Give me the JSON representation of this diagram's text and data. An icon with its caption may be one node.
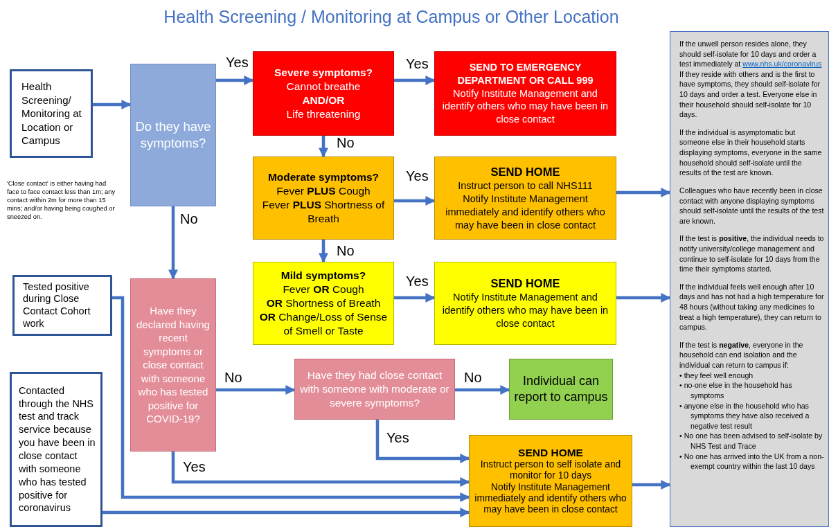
{
  "diagram": {
    "title": "Health Screening / Monitoring at Campus or Other Location",
    "nodes": [
      {
        "text": [
          "Health Screening/ Monitoring at Location or Campus"
        ]
      },
      {
        "text": [
          "Do they have symptoms?"
        ]
      },
      {
        "text": [
          "Severe symptoms?",
          "Cannot breathe",
          "AND/OR",
          "Life threatening"
        ]
      },
      {
        "text": [
          "SEND TO EMERGENCY DEPARTMENT OR CALL 999",
          "Notify Institute Management and identify others who may have been in close contact"
        ]
      },
      {
        "text": [
          "Moderate symptoms?",
          "Fever **PLUS** Cough",
          "Fever **PLUS**  Shortness of Breath"
        ]
      },
      {
        "text": [
          "SEND HOME",
          "Instruct person to call NHS111",
          "Notify Institute Management immediately and identify others who may have been in close contact"
        ]
      },
      {
        "text": [
          "Mild symptoms?",
          "Fever **OR** Cough",
          "**OR**  Shortness of Breath",
          "**OR** Change/Loss of Sense of Smell or Taste"
        ]
      },
      {
        "text": [
          "SEND HOME",
          "Notify Institute Management and identify others who may have been in close contact"
        ]
      },
      {
        "text": [
          "Have they declared having recent symptoms or close contact with someone who has tested positive for COVID-19?"
        ]
      },
      {
        "text": [
          "Tested positive during Close Contact Cohort work"
        ]
      },
      {
        "text": [
          "Contacted through the NHS test and track service because you have been in close contact with someone who has tested positive for coronavirus"
        ]
      },
      {
        "text": [
          "Have they had close contact with someone with moderate or severe symptoms?"
        ]
      },
      {
        "text": [
          "Individual can report to campus"
        ]
      },
      {
        "text": [
          "SEND HOME",
          "Instruct person to self isolate and monitor for 10 days",
          "Notify Institute Management immediately and identify others who may have been in close contact"
        ]
      },
      {
        "text": [
          "If the unwell person resides alone, they should self-isolate for 10 days and order a test immediately at",
          "www.nhs.uk/coronavirus",
          "If they reside with others and is the first to have symptoms, they should self-isolate for 10 days and order a test. Everyone else in their household should self-isolate for 10 days.",
          "If the individual is asymptomatic but someone else in their household starts displaying symptoms, everyone in the same household should self-isolate until the results of the test are known.",
          "Colleagues who have recently been in close contact with anyone displaying symptoms should self-isolate until the results of the test are known.",
          "If the test is **positive**, the individual needs to notify university/college management and continue to self-isolate for 10 days from the time their symptoms started.",
          "If the individual feels well enough after 10 days and has not had a high temperature for 48 hours (without taking any medicines to treat a high temperature), they can return to campus.",
          "If the test is **negative**, everyone in the household can end isolation and the individual can return to campus if:",
          "• they feel well enough",
          "• no-one else in the household has symptoms",
          "• anyone else in the household who has symptoms they have also received a negative test result",
          "• No one has been advised to self-isolate by NHS Test and Trace",
          "• No one has arrived into the UK from a non-exempt country within the last 10 days"
        ]
      }
    ],
    "edges": [
      {
        "from": 0,
        "to": 1,
        "arrow": "to"
      },
      {
        "from": 1,
        "to": 2,
        "arrow": "to",
        "label": "Yes"
      },
      {
        "from": 2,
        "to": 3,
        "arrow": "to",
        "label": "Yes"
      },
      {
        "from": 2,
        "to": 4,
        "arrow": "to",
        "label": "No"
      },
      {
        "from": 4,
        "to": 5,
        "arrow": "to",
        "label": "Yes"
      },
      {
        "from": 4,
        "to": 6,
        "arrow": "to",
        "label": "No"
      },
      {
        "from": 6,
        "to": 7,
        "arrow": "to",
        "label": "Yes"
      },
      {
        "from": 1,
        "to": 8,
        "arrow": "to",
        "label": "No"
      },
      {
        "from": 8,
        "to": 11,
        "arrow": "to",
        "label": "No"
      },
      {
        "from": 11,
        "to": 12,
        "arrow": "to",
        "label": "No"
      },
      {
        "from": 11,
        "to": 13,
        "arrow": "to",
        "label": "Yes"
      },
      {
        "from": 8,
        "to": 13,
        "arrow": "to",
        "label": "Yes"
      },
      {
        "from": 9,
        "to": 13,
        "arrow": "to"
      },
      {
        "from": 10,
        "to": 13,
        "arrow": "to"
      },
      {
        "from": 5,
        "to": 14,
        "arrow": "to"
      },
      {
        "from": 7,
        "to": 14,
        "arrow": "to"
      },
      {
        "from": 13,
        "to": 14,
        "arrow": "to"
      }
    ],
    "labels": [
      "'Close contact' is either having had face to face contact less than 1m; any contact within 2m for more than 15 mins; and/or having being coughed or sneezed on."
    ]
  }
}
